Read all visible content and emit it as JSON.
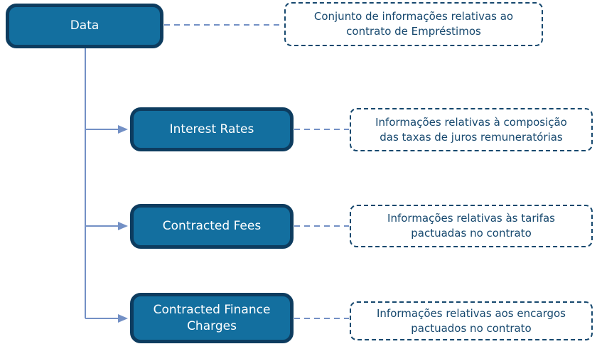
{
  "diagram": {
    "root": {
      "label": "Data",
      "description_lines": [
        "Conjunto de informações relativas ao",
        "contrato de Empréstimos"
      ]
    },
    "children": [
      {
        "label": "Interest Rates",
        "description_lines": [
          "Informações relativas à composição",
          "das taxas de juros remuneratórias"
        ]
      },
      {
        "label": "Contracted Fees",
        "description_lines": [
          "Informações relativas às tarifas",
          "pactuadas no contrato"
        ]
      },
      {
        "label": "Contracted Finance Charges",
        "description_lines": [
          "Informações relativas aos encargos",
          "pactuados no contrato"
        ]
      }
    ],
    "colors": {
      "node_fill": "#136f9f",
      "node_border": "#0d3c5f",
      "node_text": "#ffffff",
      "note_border": "#16486e",
      "note_text": "#16486e",
      "connector": "#7390c5",
      "background": "#ffffff"
    }
  }
}
